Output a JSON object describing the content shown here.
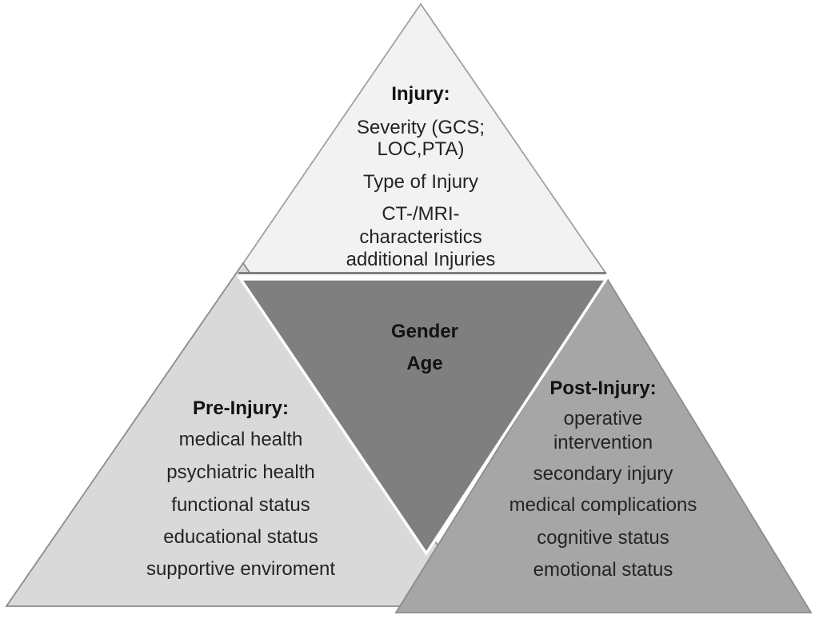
{
  "diagram_title": "TBI outcome factors pyramid",
  "colors": {
    "background": "#ffffff",
    "injury_fill": "#f2f2f2",
    "pre_injury_fill": "#d9d9d9",
    "post_injury_fill": "#a6a6a6",
    "gender_age_fill": "#7f7f7f",
    "outline_light": "#a6a6a6",
    "outline_mid": "#8c8c8c",
    "divider_dark": "#7f7f7f",
    "gap_white": "#ffffff",
    "text": "#242424"
  },
  "injury": {
    "title": "Injury:",
    "lines": [
      "Severity (GCS;",
      "LOC,PTA)",
      "Type of Injury",
      "CT-/MRI-",
      "characteristics",
      "additional Injuries"
    ]
  },
  "gender_age": {
    "lines": [
      "Gender",
      "Age"
    ]
  },
  "pre_injury": {
    "title": "Pre-Injury:",
    "lines": [
      "medical health",
      "psychiatric health",
      "functional status",
      "educational status",
      "supportive enviroment"
    ]
  },
  "post_injury": {
    "title": "Post-Injury:",
    "lines": [
      "operative",
      "intervention",
      "secondary injury",
      "medical complications",
      "cognitive status",
      "emotional status"
    ]
  }
}
